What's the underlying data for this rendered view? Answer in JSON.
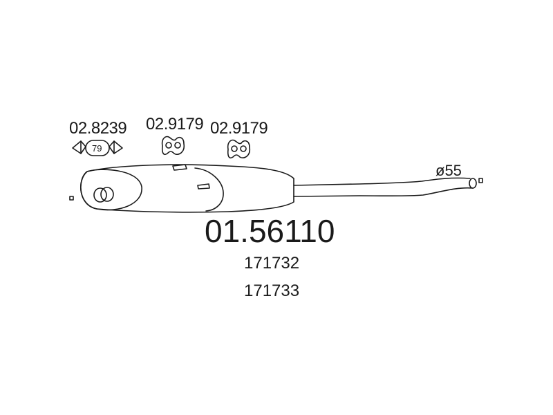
{
  "diagram": {
    "parts": [
      {
        "id": "clamp",
        "label": "02.8239",
        "size_mark": "79"
      },
      {
        "id": "hanger-1",
        "label": "02.9179"
      },
      {
        "id": "hanger-2",
        "label": "02.9179"
      }
    ],
    "main_part_number": "01.56110",
    "cross_references": [
      "171732",
      "171733"
    ],
    "outlet_diameter": "ø55",
    "colors": {
      "line": "#1a1a1a",
      "background": "#ffffff"
    }
  }
}
